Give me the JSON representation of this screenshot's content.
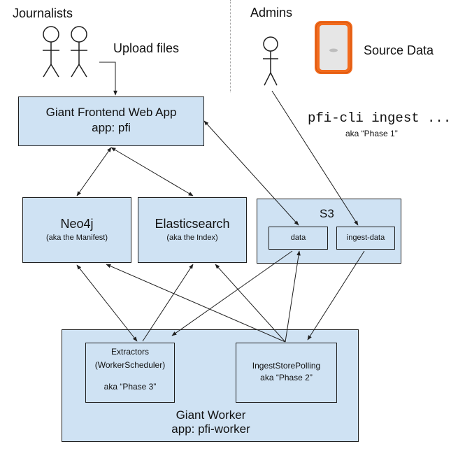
{
  "groups": {
    "journalists": "Journalists",
    "admins": "Admins"
  },
  "labels": {
    "upload_files": "Upload files",
    "source_data": "Source Data",
    "cli_command": "pfi-cli ingest ...",
    "cli_phase": "aka “Phase 1”"
  },
  "frontend": {
    "title": "Giant Frontend Web App",
    "subtitle": "app: pfi"
  },
  "neo4j": {
    "title": "Neo4j",
    "subtitle": "(aka the Manifest)"
  },
  "elasticsearch": {
    "title": "Elasticsearch",
    "subtitle": "(aka the Index)"
  },
  "s3": {
    "title": "S3",
    "data": "data",
    "ingest_data": "ingest-data"
  },
  "worker": {
    "title": "Giant Worker",
    "subtitle": "app: pfi-worker",
    "extractors_line1": "Extractors",
    "extractors_line2": "(WorkerScheduler)",
    "extractors_phase": "aka “Phase 3”",
    "polling_line1": "IngestStorePolling",
    "polling_phase": "aka “Phase 2”"
  },
  "colors": {
    "box_fill": "#cfe2f3",
    "drive_orange": "#f26b1d",
    "drive_silver": "#e6e6e6",
    "line": "#1f1f1f",
    "divider": "#9e9e9e"
  }
}
